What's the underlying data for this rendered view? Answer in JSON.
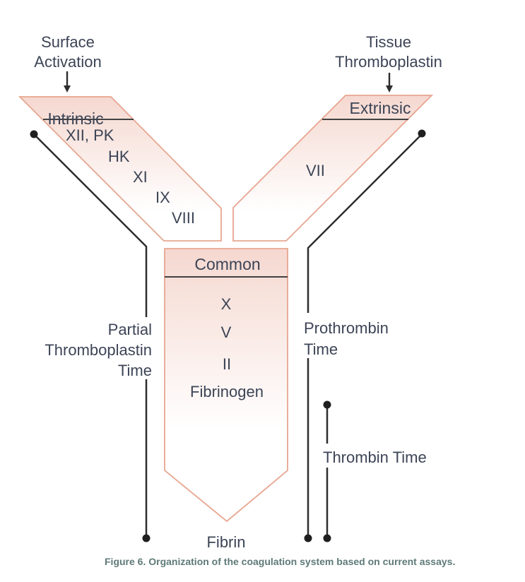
{
  "figure": {
    "caption": "Figure 6. Organization of the coagulation system based on current assays."
  },
  "labels": {
    "surface_activation": "Surface\nActivation",
    "tissue_thromboplastin": "Tissue\nThromboplastin",
    "intrinsic": "Intrinsic",
    "extrinsic": "Extrinsic",
    "common": "Common",
    "fibrin": "Fibrin",
    "partial_thromboplastin_time": "Partial\nThromboplastin\nTime",
    "prothrombin_time": "Prothrombin\nTime",
    "thrombin_time": "Thrombin Time"
  },
  "factors": {
    "intrinsic": [
      "XII, PK",
      "HK",
      "XI",
      "IX",
      "VIII"
    ],
    "extrinsic": [
      "VII"
    ],
    "common": [
      "X",
      "V",
      "II",
      "Fibrinogen"
    ]
  },
  "colors": {
    "band_fill_top": "#f5d8d0",
    "band_fill_bottom": "#ffffff",
    "band_border": "#e7a690",
    "header_underline": "#424242",
    "bracket_line": "#2d2d2d",
    "text": "#3c4456",
    "caption": "#5e7a78"
  }
}
